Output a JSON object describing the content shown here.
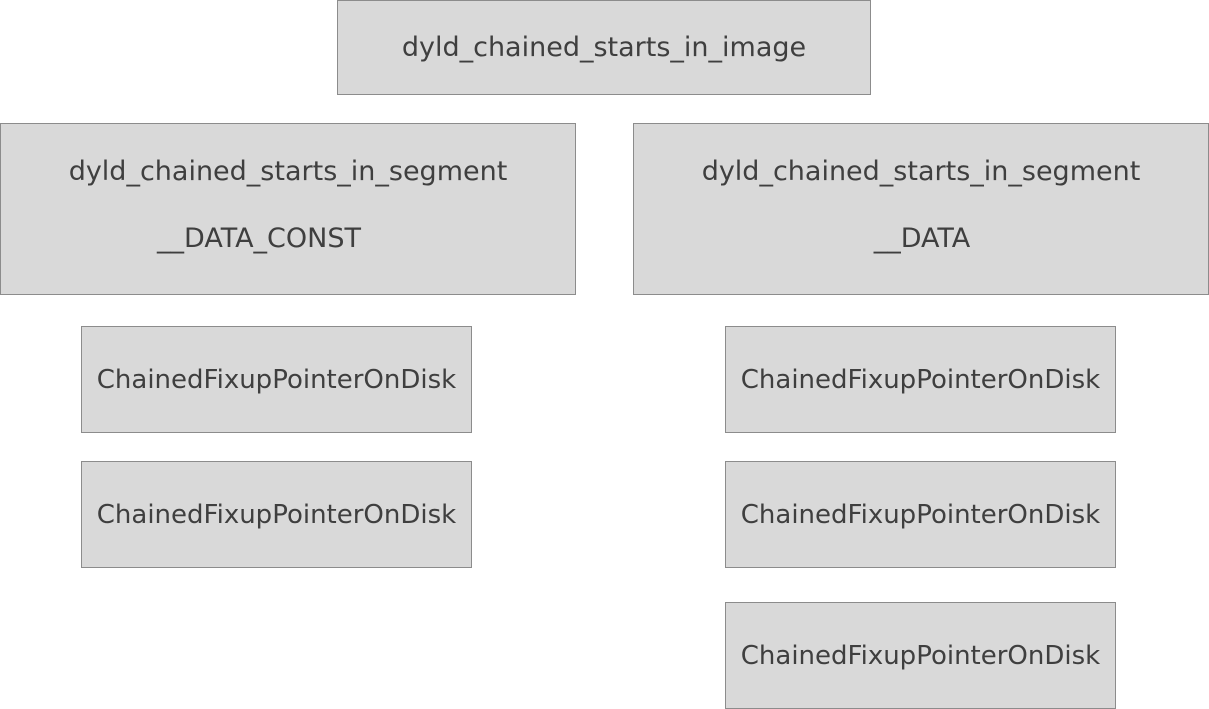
{
  "image": {
    "label": "dyld_chained_starts_in_image"
  },
  "segments": [
    {
      "title": "dyld_chained_starts_in_segment",
      "name": "__DATA_CONST",
      "pointers": [
        "ChainedFixupPointerOnDisk",
        "ChainedFixupPointerOnDisk"
      ]
    },
    {
      "title": "dyld_chained_starts_in_segment",
      "name": "__DATA",
      "pointers": [
        "ChainedFixupPointerOnDisk",
        "ChainedFixupPointerOnDisk",
        "ChainedFixupPointerOnDisk"
      ]
    }
  ],
  "colors": {
    "box_fill": "#d9d9d9",
    "box_border": "#8c8c8c",
    "text": "#3f3f3f"
  }
}
